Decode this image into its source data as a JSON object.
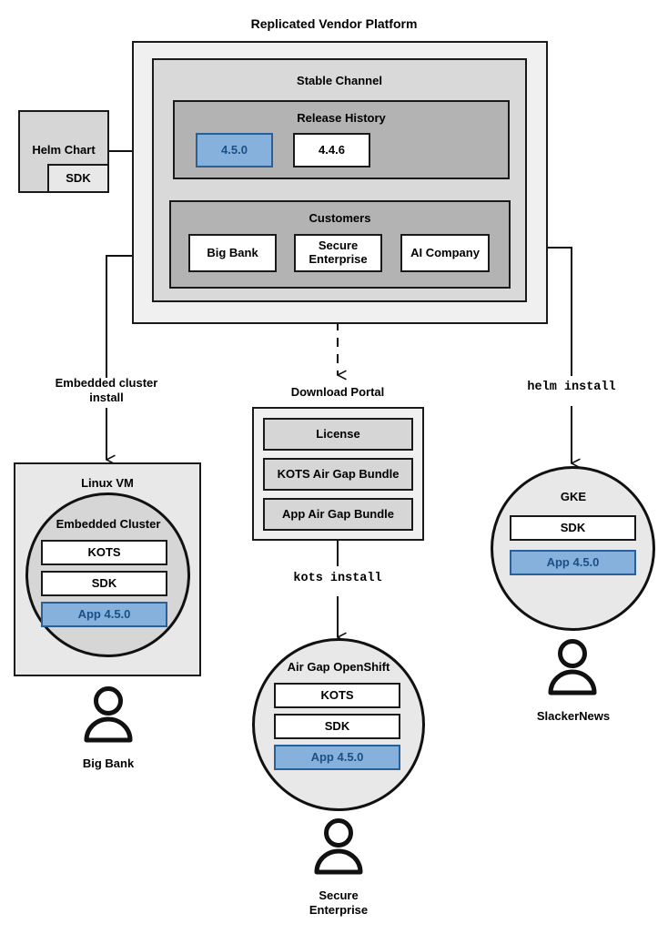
{
  "diagram": {
    "title": "Replicated Vendor Platform",
    "platform": {
      "channel_title": "Stable Channel",
      "release_history": {
        "title": "Release History",
        "releases": [
          {
            "version": "4.5.0",
            "state": "current",
            "color": "#86b1dd"
          },
          {
            "version": "4.4.6",
            "state": "previous",
            "color": "#ffffff"
          }
        ]
      },
      "customers": {
        "title": "Customers",
        "items": [
          {
            "name": "Big Bank"
          },
          {
            "name": "Secure Enterprise"
          },
          {
            "name": "AI Company"
          }
        ]
      }
    },
    "source": {
      "chart_label": "Helm Chart",
      "sdk_label": "SDK"
    },
    "install_paths": [
      {
        "label": "Embedded cluster\ninstall",
        "style": "plain"
      },
      {
        "label": "kots install",
        "style": "mono"
      },
      {
        "label": "helm install",
        "style": "mono"
      }
    ],
    "download_portal": {
      "title": "Download Portal",
      "artifacts": [
        {
          "name": "License"
        },
        {
          "name": "KOTS Air Gap Bundle"
        },
        {
          "name": "App Air Gap Bundle"
        }
      ],
      "next_command": "kots install"
    },
    "targets": [
      {
        "id": "linux-vm",
        "host_title": "Linux VM",
        "inner_title": "Embedded Cluster",
        "components": [
          {
            "name": "KOTS",
            "color": "#ffffff"
          },
          {
            "name": "SDK",
            "color": "#ffffff"
          },
          {
            "name": "App 4.5.0",
            "color": "#86b1dd"
          }
        ],
        "customer": "Big Bank"
      },
      {
        "id": "air-gap-openshift",
        "host_title": "Air Gap OpenShift",
        "components": [
          {
            "name": "KOTS",
            "color": "#ffffff"
          },
          {
            "name": "SDK",
            "color": "#ffffff"
          },
          {
            "name": "App 4.5.0",
            "color": "#86b1dd"
          }
        ],
        "customer": "Secure\nEnterprise"
      },
      {
        "id": "gke",
        "host_title": "GKE",
        "components": [
          {
            "name": "SDK",
            "color": "#ffffff"
          },
          {
            "name": "App 4.5.0",
            "color": "#86b1dd"
          }
        ],
        "customer": "SlackerNews"
      }
    ],
    "colors": {
      "stroke": "#1a1a1a",
      "platform_outer": "#f0f0f0",
      "channel": "#d9d9d9",
      "group": "#b3b3b3",
      "accent_blue": "#86b1dd",
      "accent_blue_border": "#2a6099",
      "accent_blue_text": "#1b4f85",
      "host_fill": "#e8e8e8",
      "cluster_fill": "#d6d6d6"
    }
  }
}
